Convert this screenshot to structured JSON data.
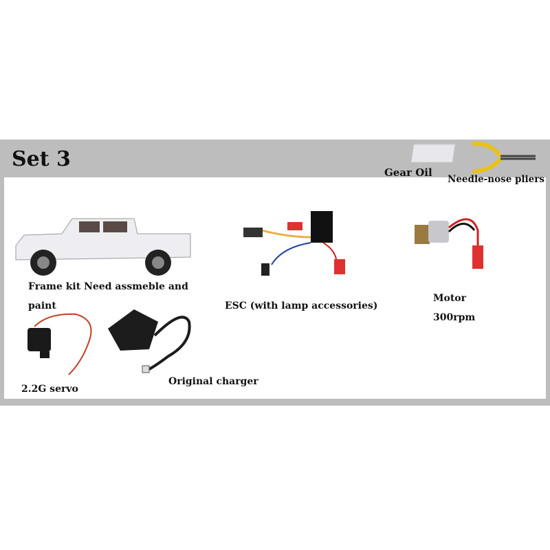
{
  "title": "Set 3",
  "items": {
    "gear_oil": "Gear Oil",
    "pliers": "Needle-nose pliers",
    "frame_kit_line1": "Frame kit Need assmeble and",
    "frame_kit_line2": "paint",
    "esc": "ESC (with lamp accessories)",
    "motor_line1": "Motor",
    "motor_line2": "300rpm",
    "servo": "2.2G servo",
    "charger": "Original charger"
  }
}
